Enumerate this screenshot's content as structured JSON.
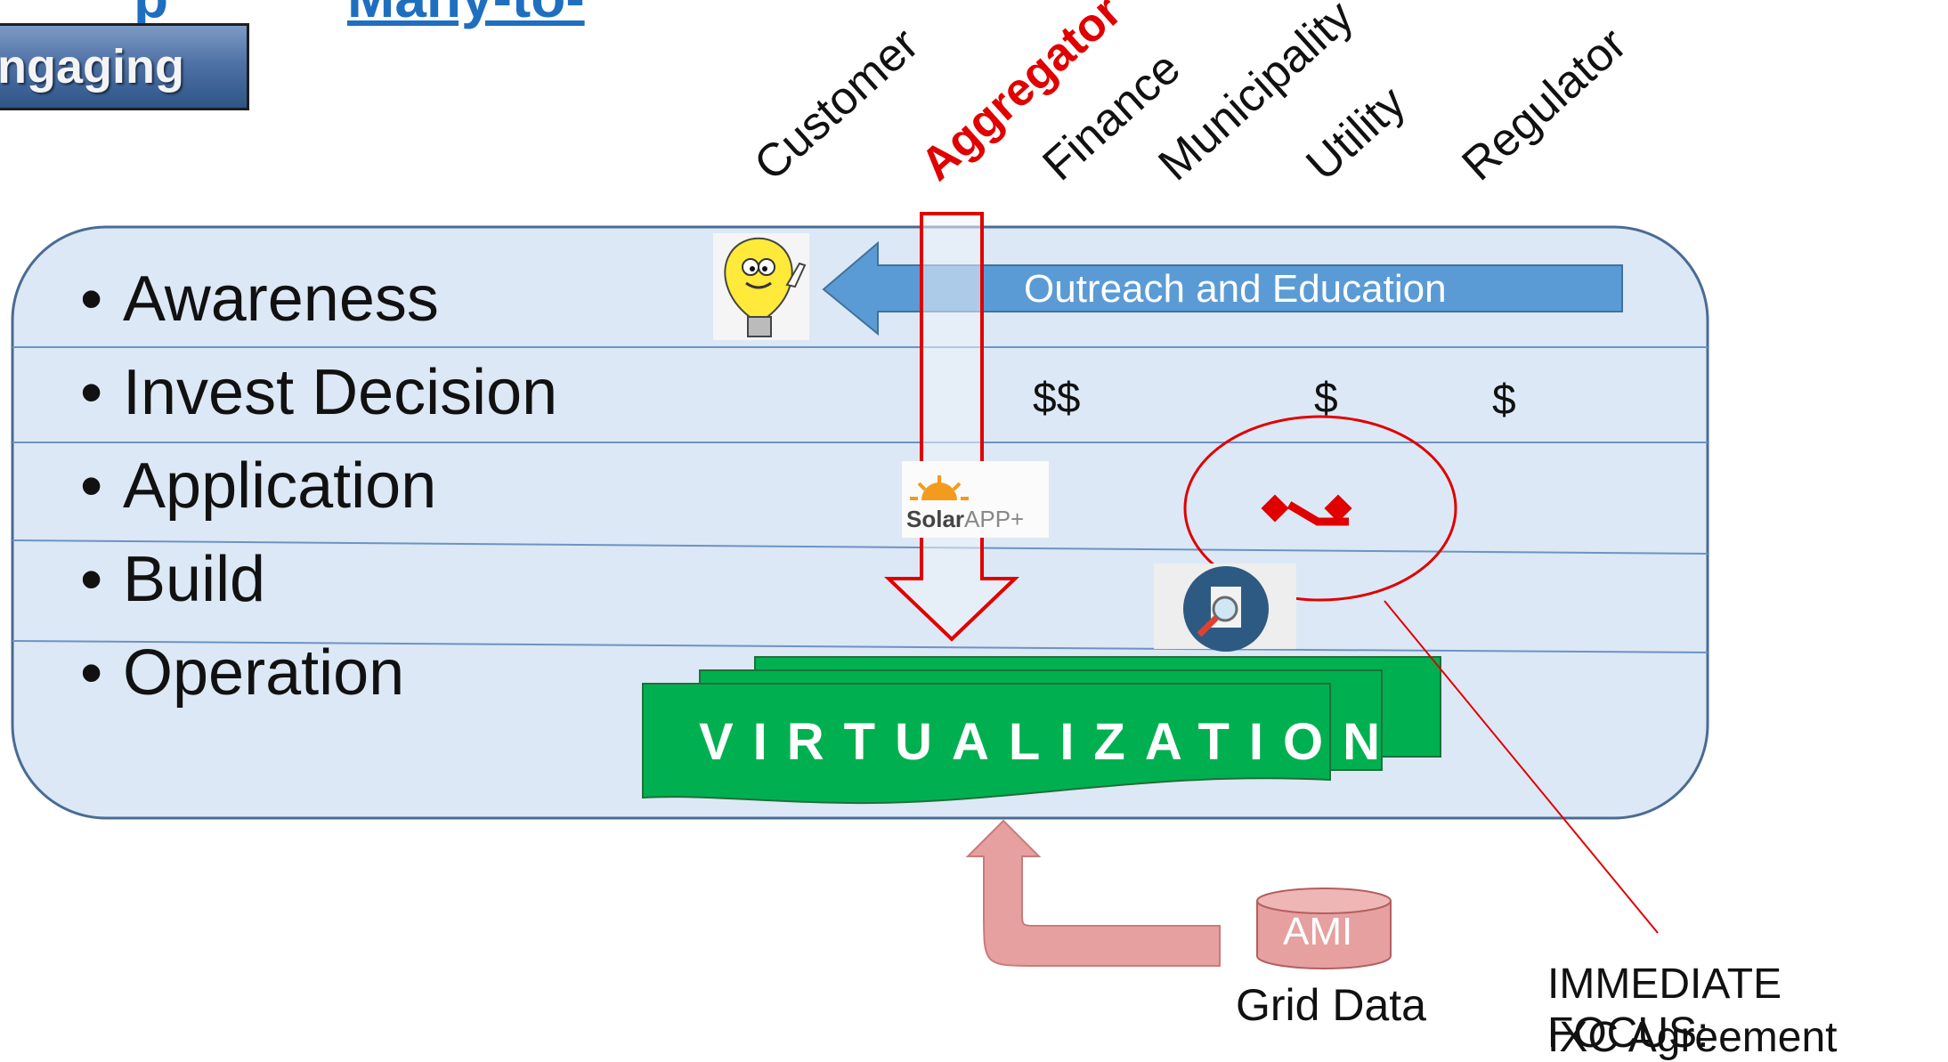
{
  "title": {
    "fragment": "p",
    "link": "Many-to-",
    "tab": "ngaging"
  },
  "stages": [
    {
      "label": "Awareness"
    },
    {
      "label": "Invest Decision"
    },
    {
      "label": "Application"
    },
    {
      "label": "Build"
    },
    {
      "label": "Operation"
    }
  ],
  "actors": [
    {
      "label": "Customer",
      "color": "#111111"
    },
    {
      "label": "Aggregator",
      "color": "#e00000"
    },
    {
      "label": "Finance",
      "color": "#111111"
    },
    {
      "label": "Municipality",
      "color": "#111111"
    },
    {
      "label": "Utility",
      "color": "#111111"
    },
    {
      "label": "Regulator",
      "color": "#111111"
    }
  ],
  "outreach": {
    "label": "Outreach and Education"
  },
  "money": {
    "finance": "$$",
    "utility": "$",
    "regulator": "$"
  },
  "virtualization": {
    "label": "VIRTUALIZATION"
  },
  "solar_app": {
    "brand": "Solar",
    "suffix": "APP+"
  },
  "ami": {
    "label": "AMI"
  },
  "grid_data": {
    "label": "Grid Data"
  },
  "focus": {
    "line1": "IMMEDIATE FOCUS:",
    "line2": "IXC Agreement"
  },
  "icons": [
    "lightbulb-icon",
    "solar-app-logo",
    "inspection-magnifier-icon",
    "handshake-icon",
    "database-icon"
  ],
  "colors": {
    "panel_fill": "#dce8f5",
    "panel_border": "#4a6b94",
    "outreach_arrow": "#5b9bd5",
    "aggregator_red": "#e00000",
    "virtualization_green": "#00b050",
    "grid_arrow": "#e6a0a0"
  }
}
